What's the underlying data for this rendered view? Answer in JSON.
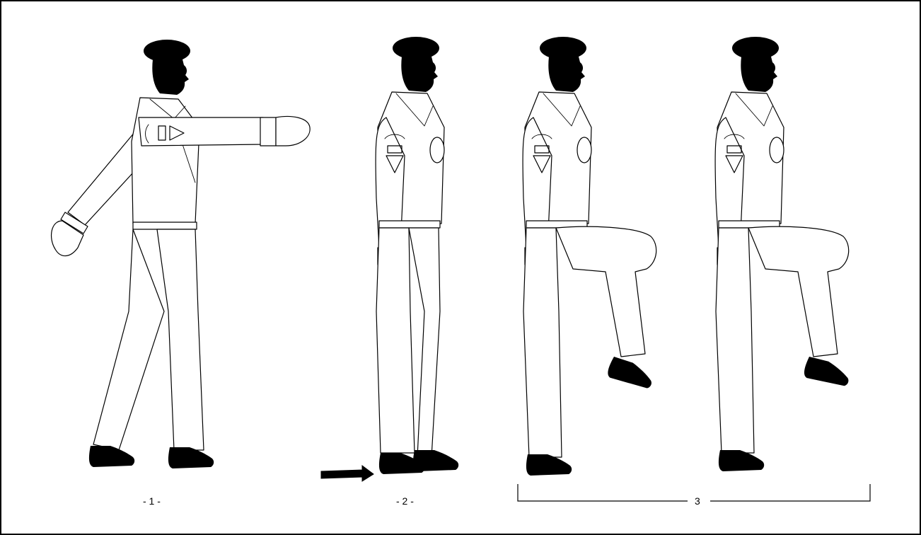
{
  "labels": {
    "fig1": "- 1 -",
    "fig2": "- 2 -",
    "fig3": "3"
  },
  "figures": [
    {
      "id": "1",
      "pose": "marching-stride-arm-forward"
    },
    {
      "id": "2",
      "pose": "attention-heel-close",
      "arrow": "right"
    },
    {
      "id": "3",
      "pose": "knee-raise-sequence",
      "count": 2
    }
  ],
  "colors": {
    "ink": "#000000",
    "paper": "#ffffff"
  }
}
